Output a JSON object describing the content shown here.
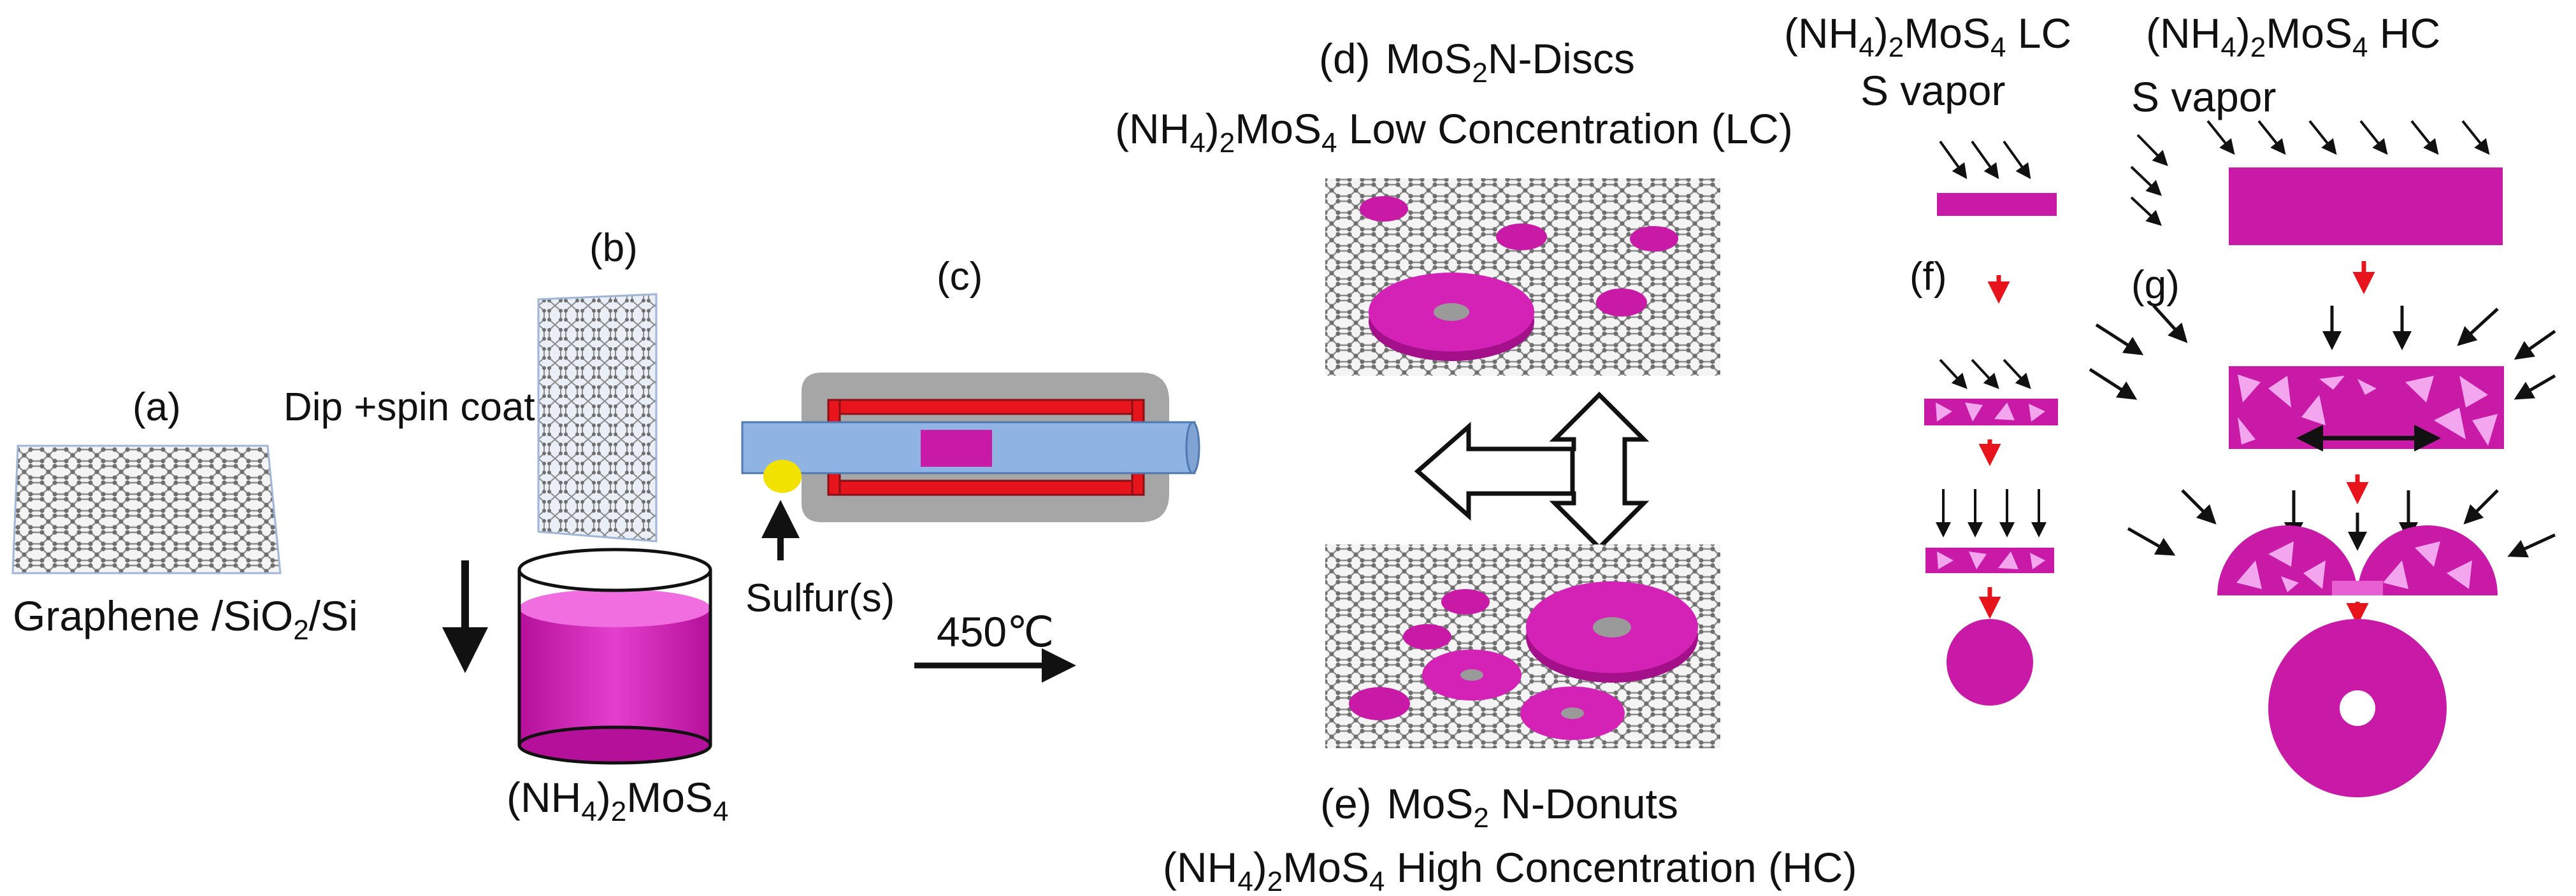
{
  "panels": {
    "a": {
      "tag": "(a)",
      "caption_prefix": "Graphene /SiO",
      "sub1": "2",
      "mid": "/Si"
    },
    "b": {
      "tag": "(b)",
      "step": "Dip +spin coat",
      "chem_a": "(NH",
      "chem_4": "4",
      "chem_b": ")",
      "chem_2": "2",
      "chem_c": "MoS",
      "chem_s4": "4"
    },
    "c": {
      "tag": "(c)",
      "source": "Sulfur(s)",
      "temperature": "450℃"
    },
    "d": {
      "tag": "(d)",
      "title_a": "MoS",
      "title_2": "2",
      "title_b": "N-Discs",
      "cond_a": "(NH",
      "cond_4": "4",
      "cond_b": ")",
      "cond_2": "2",
      "cond_c": "MoS",
      "cond_s4": "4",
      "cond_d": " Low Concentration (LC)"
    },
    "e": {
      "tag": "(e)",
      "title_a": "MoS",
      "title_2": "2",
      "title_b": " N-Donuts",
      "cond_a": "(NH",
      "cond_4": "4",
      "cond_b": ")",
      "cond_2": "2",
      "cond_c": "MoS",
      "cond_s4": "4",
      "cond_d": " High Concentration (HC)"
    },
    "f": {
      "tag": "(f)",
      "head_a": "(NH",
      "head_4": "4",
      "head_b": ")",
      "head_2": "2",
      "head_c": "MoS",
      "head_s4": "4",
      "head_d": " LC",
      "vapor": "S vapor"
    },
    "g": {
      "tag": "(g)",
      "head_a": "(NH",
      "head_4": "4",
      "head_b": ")",
      "head_2": "2",
      "head_c": "MoS",
      "head_s4": "4",
      "head_d": " HC",
      "vapor": "S vapor"
    }
  },
  "colors": {
    "magenta": "#c81aa6",
    "magenta_light": "#e85fd3",
    "triangle": "#f3a6ee",
    "tube": "#8fb4e3",
    "furnace_shell": "#a6a6a6",
    "heater": "#e8141b",
    "sulfur": "#f2e200",
    "graphene": "#8c8c8c",
    "arrow_red": "#e8141b"
  }
}
